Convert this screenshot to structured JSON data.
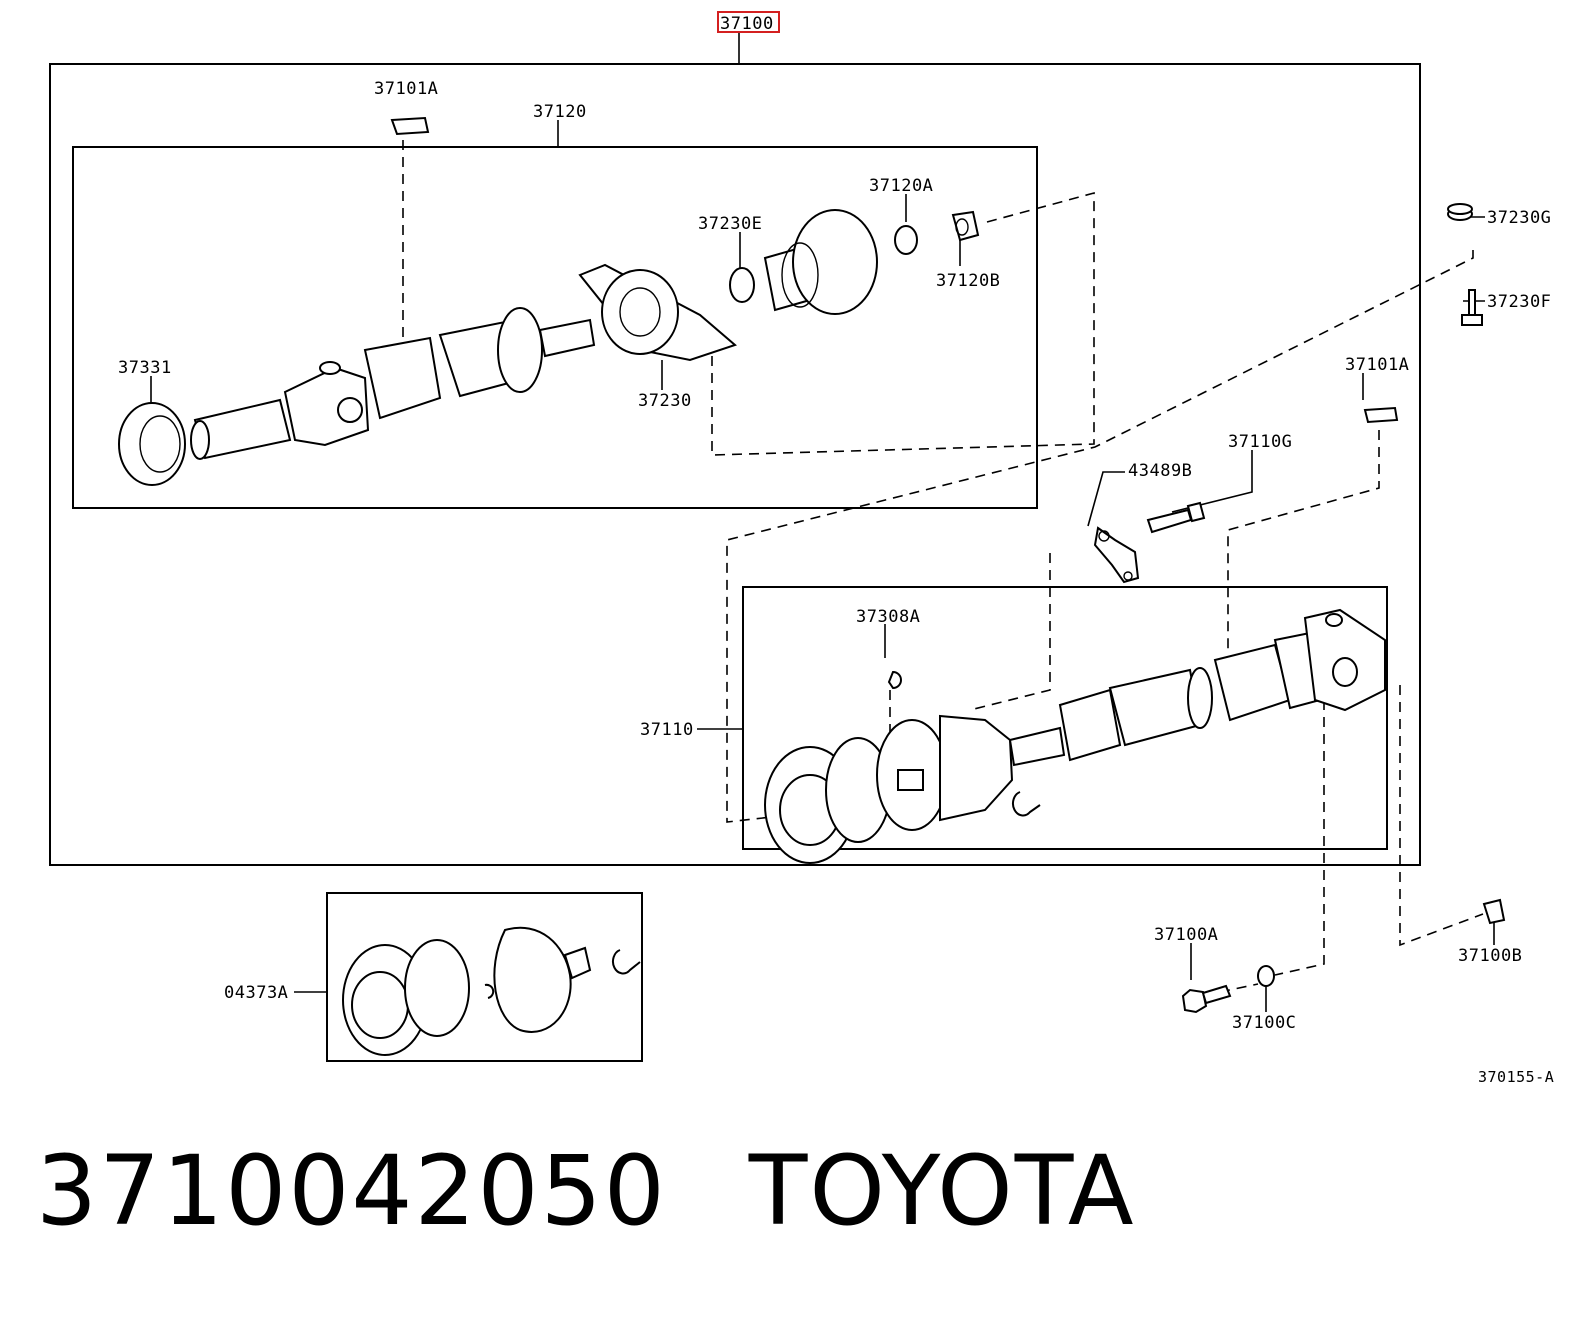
{
  "diagram": {
    "callouts": {
      "p37100": "37100",
      "p37101A_top": "37101A",
      "p37120": "37120",
      "p37120A": "37120A",
      "p37230E": "37230E",
      "p37120B": "37120B",
      "p37230G": "37230G",
      "p37230F": "37230F",
      "p37331": "37331",
      "p37230": "37230",
      "p37101A_right": "37101A",
      "p37110G": "37110G",
      "p43489B": "43489B",
      "p37308A": "37308A",
      "p37110": "37110",
      "p04373A": "04373A",
      "p37100A": "37100A",
      "p37100B": "37100B",
      "p37100C": "37100C"
    },
    "drawing_code": "370155-A",
    "highlight_color": "#d42020"
  },
  "footer": {
    "part_number": "3710042050",
    "brand": "TOYOTA"
  }
}
